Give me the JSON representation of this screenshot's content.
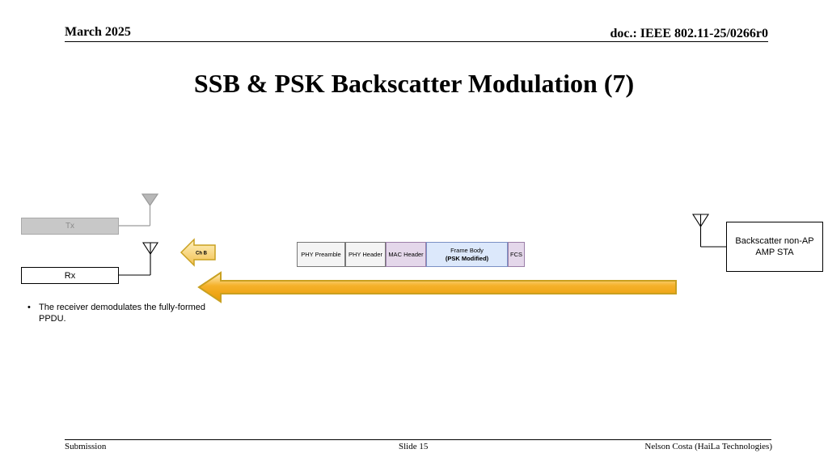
{
  "header": {
    "date": "March 2025",
    "doc": "doc.: IEEE 802.11-25/0266r0"
  },
  "title": "SSB & PSK Backscatter Modulation (7)",
  "diagram": {
    "tx_label": "Tx",
    "rx_label": "Rx",
    "sta_label": "Backscatter non-AP AMP STA",
    "channel_label": "Ch B",
    "frame": {
      "segments": [
        {
          "label": "PHY Preamble"
        },
        {
          "label": "PHY Header"
        },
        {
          "label": "MAC Header"
        },
        {
          "label": "Frame Body",
          "sublabel": "(PSK Modified)"
        },
        {
          "label": "FCS"
        }
      ]
    },
    "bullet": "The receiver demodulates the fully-formed PPDU."
  },
  "footer": {
    "left": "Submission",
    "center": "Slide 15",
    "right": "Nelson Costa (HaiLa Technologies)"
  },
  "colors": {
    "arrow_fill": "#f0a30a",
    "arrow_border": "#c9a020",
    "tx_gray": "#9a9a9a"
  }
}
